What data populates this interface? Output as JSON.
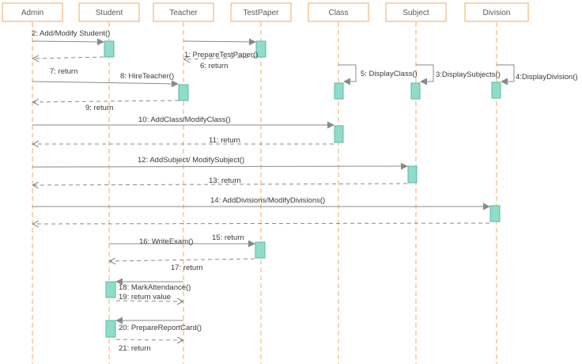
{
  "diagram": {
    "type": "sequence",
    "colors": {
      "lifeline": "#f0a860",
      "header_border": "#f0a860",
      "activation_fill": "#8fdcca",
      "activation_stroke": "#5bb7a2",
      "arrow": "#8a8a8a"
    },
    "participants": [
      {
        "id": "admin",
        "label": "Admin"
      },
      {
        "id": "student",
        "label": "Student"
      },
      {
        "id": "teacher",
        "label": "Teacher"
      },
      {
        "id": "testpaper",
        "label": "TestPaper"
      },
      {
        "id": "class",
        "label": "Class"
      },
      {
        "id": "subject",
        "label": "Subject"
      },
      {
        "id": "division",
        "label": "Division"
      }
    ],
    "messages": [
      {
        "from": "admin",
        "to": "student",
        "label": "2: Add/Modify Student()",
        "kind": "call"
      },
      {
        "from": "student",
        "to": "admin",
        "label": "",
        "kind": "return"
      },
      {
        "from": "teacher",
        "to": "testpaper",
        "label": "",
        "kind": "call"
      },
      {
        "from": "testpaper",
        "to": "teacher",
        "label": "1: PrepareTestPaper()",
        "kind": "return"
      },
      {
        "from": "testpaper",
        "to": "teacher",
        "label": "6: return",
        "kind": "label"
      },
      {
        "from": "admin",
        "to": "admin",
        "label": "7: return",
        "kind": "label"
      },
      {
        "from": "admin",
        "to": "teacher",
        "label": "8: HireTeacher()",
        "kind": "call"
      },
      {
        "from": "teacher",
        "to": "admin",
        "label": "9: return",
        "kind": "return"
      },
      {
        "from": "class",
        "to": "class",
        "label": "5: DisplayClass()",
        "kind": "self"
      },
      {
        "from": "subject",
        "to": "subject",
        "label": "3:DisplaySubjects()",
        "kind": "self"
      },
      {
        "from": "division",
        "to": "division",
        "label": "4:DisplayDivision()",
        "kind": "self"
      },
      {
        "from": "admin",
        "to": "class",
        "label": "10: AddClass/ModifyClass()",
        "kind": "call"
      },
      {
        "from": "class",
        "to": "admin",
        "label": "11: return",
        "kind": "return"
      },
      {
        "from": "admin",
        "to": "subject",
        "label": "12: AddSubject/ ModifySubject()",
        "kind": "call"
      },
      {
        "from": "subject",
        "to": "admin",
        "label": "13: return",
        "kind": "return"
      },
      {
        "from": "admin",
        "to": "division",
        "label": "14: AddDivisions/ModifyDivisions()",
        "kind": "call"
      },
      {
        "from": "division",
        "to": "admin",
        "label": "",
        "kind": "return"
      },
      {
        "from": "student",
        "to": "testpaper",
        "label": "16: WriteExam()",
        "kind": "call"
      },
      {
        "from": "testpaper",
        "to": "testpaper",
        "label": "15: return",
        "kind": "label"
      },
      {
        "from": "testpaper",
        "to": "student",
        "label": "17: return",
        "kind": "return"
      },
      {
        "from": "teacher",
        "to": "student",
        "label": "18: MarkAttendance()",
        "kind": "call"
      },
      {
        "from": "student",
        "to": "teacher",
        "label": "19: return value",
        "kind": "return"
      },
      {
        "from": "teacher",
        "to": "student",
        "label": "20: PrepareReportCard()",
        "kind": "call"
      },
      {
        "from": "student",
        "to": "teacher",
        "label": "21: return",
        "kind": "return"
      }
    ]
  }
}
